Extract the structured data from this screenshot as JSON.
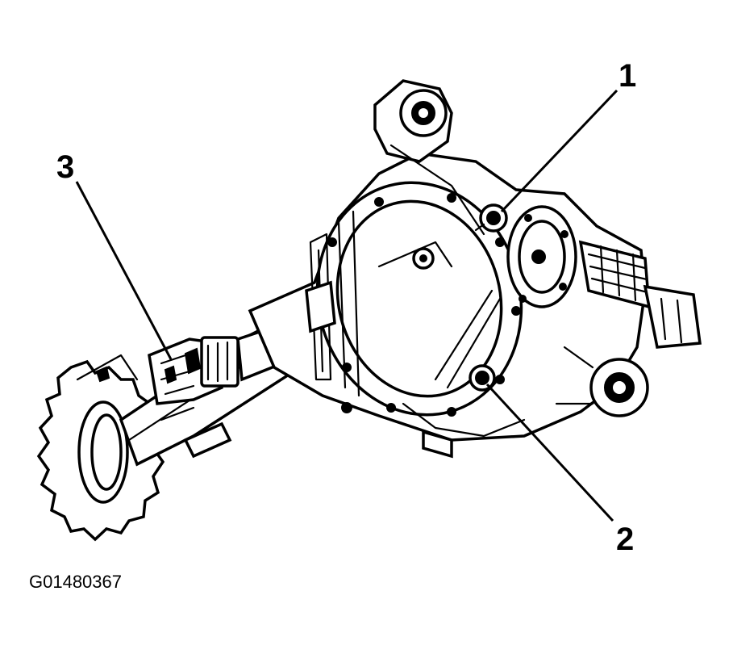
{
  "figure_id": "G01480367",
  "callouts": [
    {
      "label": "1",
      "part": "1"
    },
    {
      "label": "2",
      "part": "2"
    },
    {
      "label": "3",
      "part": "3"
    }
  ]
}
